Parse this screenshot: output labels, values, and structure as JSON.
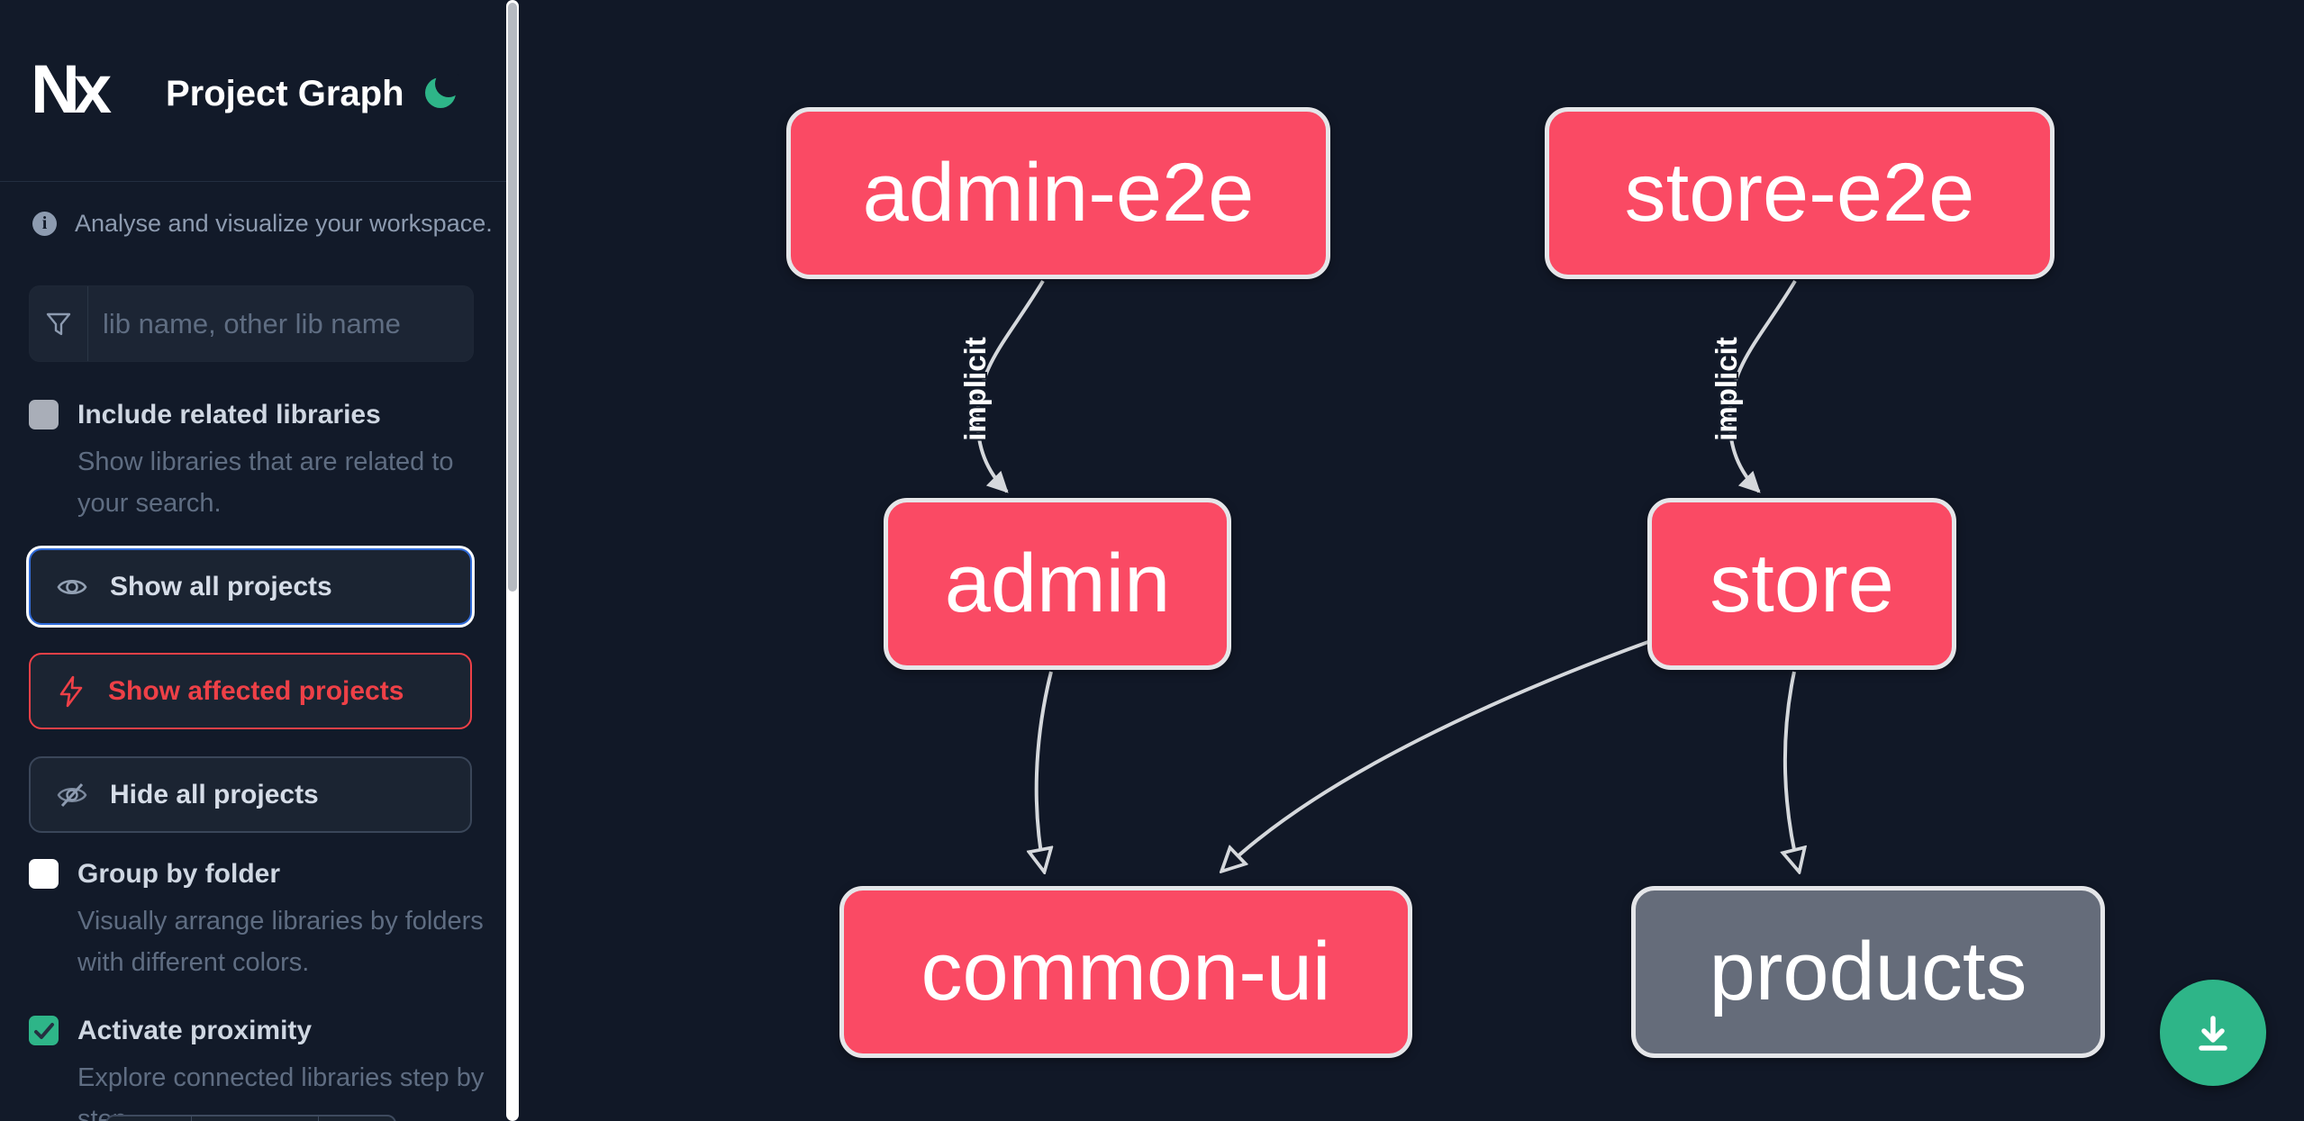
{
  "app": {
    "brand": "Nx",
    "title": "Project Graph"
  },
  "sidebar": {
    "subtitle": "Analyse and visualize your workspace.",
    "search": {
      "placeholder": "lib name, other lib name",
      "value": ""
    },
    "toggles": [
      {
        "label": "Include related libraries",
        "description": "Show libraries that are related to your search.",
        "checked": false
      },
      {
        "label": "Group by folder",
        "description": "Visually arrange libraries by folders with different colors.",
        "checked": false
      },
      {
        "label": "Activate proximity",
        "description": "Explore connected libraries step by step.",
        "checked": true
      }
    ],
    "buttons": [
      {
        "label": "Show all projects",
        "state": "focused"
      },
      {
        "label": "Show affected projects",
        "variant": "affected"
      },
      {
        "label": "Hide all projects",
        "variant": "default"
      }
    ]
  },
  "graph": {
    "nodes": [
      {
        "id": "admin-e2e",
        "label": "admin-e2e",
        "color": "#fa4a64"
      },
      {
        "id": "store-e2e",
        "label": "store-e2e",
        "color": "#fa4a64"
      },
      {
        "id": "admin",
        "label": "admin",
        "color": "#fa4a64"
      },
      {
        "id": "store",
        "label": "store",
        "color": "#fa4a64"
      },
      {
        "id": "common-ui",
        "label": "common-ui",
        "color": "#fa4a64"
      },
      {
        "id": "products",
        "label": "products",
        "color": "#656c7a"
      }
    ],
    "edges": [
      {
        "from": "admin-e2e",
        "to": "admin",
        "type": "implicit",
        "label": "implicit"
      },
      {
        "from": "store-e2e",
        "to": "store",
        "type": "implicit",
        "label": "implicit"
      },
      {
        "from": "admin",
        "to": "common-ui",
        "type": "static",
        "label": ""
      },
      {
        "from": "store",
        "to": "common-ui",
        "type": "static",
        "label": ""
      },
      {
        "from": "store",
        "to": "products",
        "type": "static",
        "label": ""
      }
    ]
  },
  "fab": {
    "icon": "download-icon"
  },
  "colors": {
    "canvas_bg": "#111827",
    "sidebar_bg": "#121a29",
    "node_pink": "#fa4a64",
    "node_gray": "#656c7a",
    "node_border": "#e5e6e9",
    "edge": "#d5d8dc",
    "accent_blue": "#2f6ad8",
    "accent_red": "#ee4047",
    "accent_green": "#2eb588"
  }
}
